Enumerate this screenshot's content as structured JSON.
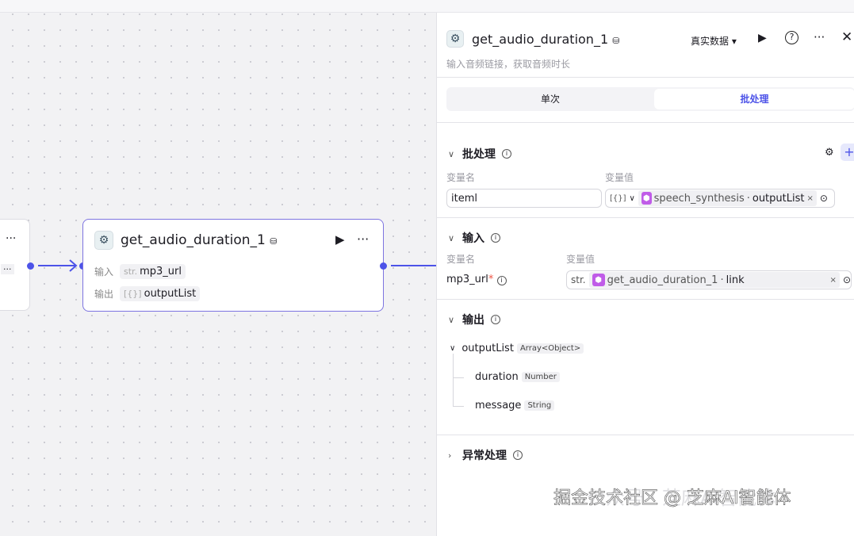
{
  "node": {
    "title": "get_audio_duration_1",
    "input_label": "输入",
    "input_type": "str.",
    "input_name": "mp3_url",
    "output_label": "输出",
    "output_type": "[{}]",
    "output_name": "outputList"
  },
  "panel": {
    "title": "get_audio_duration_1",
    "description": "输入音频链接，获取音频时长",
    "data_mode": "真实数据",
    "tabs": [
      {
        "label": "单次",
        "active": false
      },
      {
        "label": "批处理",
        "active": true
      }
    ],
    "batch": {
      "title": "批处理",
      "col_name": "变量名",
      "col_value": "变量值",
      "var_name": "iteml",
      "var_type": "[{}]",
      "ref_node": "speech_synthesis",
      "ref_field": "outputList"
    },
    "input": {
      "title": "输入",
      "col_name": "变量名",
      "col_value": "变量值",
      "var_name": "mp3_url",
      "required": "*",
      "var_type": "str.",
      "ref_node": "get_audio_duration_1",
      "ref_field": "link"
    },
    "output": {
      "title": "输出",
      "items": [
        {
          "name": "outputList",
          "type": "Array<Object>"
        },
        {
          "name": "duration",
          "type": "Number"
        },
        {
          "name": "message",
          "type": "String"
        }
      ]
    },
    "exception": {
      "title": "异常处理"
    }
  },
  "watermark": {
    "back": "公众号 · 芝麻AI智能体",
    "front": "掘金技术社区 @ 芝麻AI智能体"
  },
  "colors": {
    "accent": "#4d53e8",
    "node_border": "#7d74e0",
    "ref_icon": "#c05ce8"
  }
}
